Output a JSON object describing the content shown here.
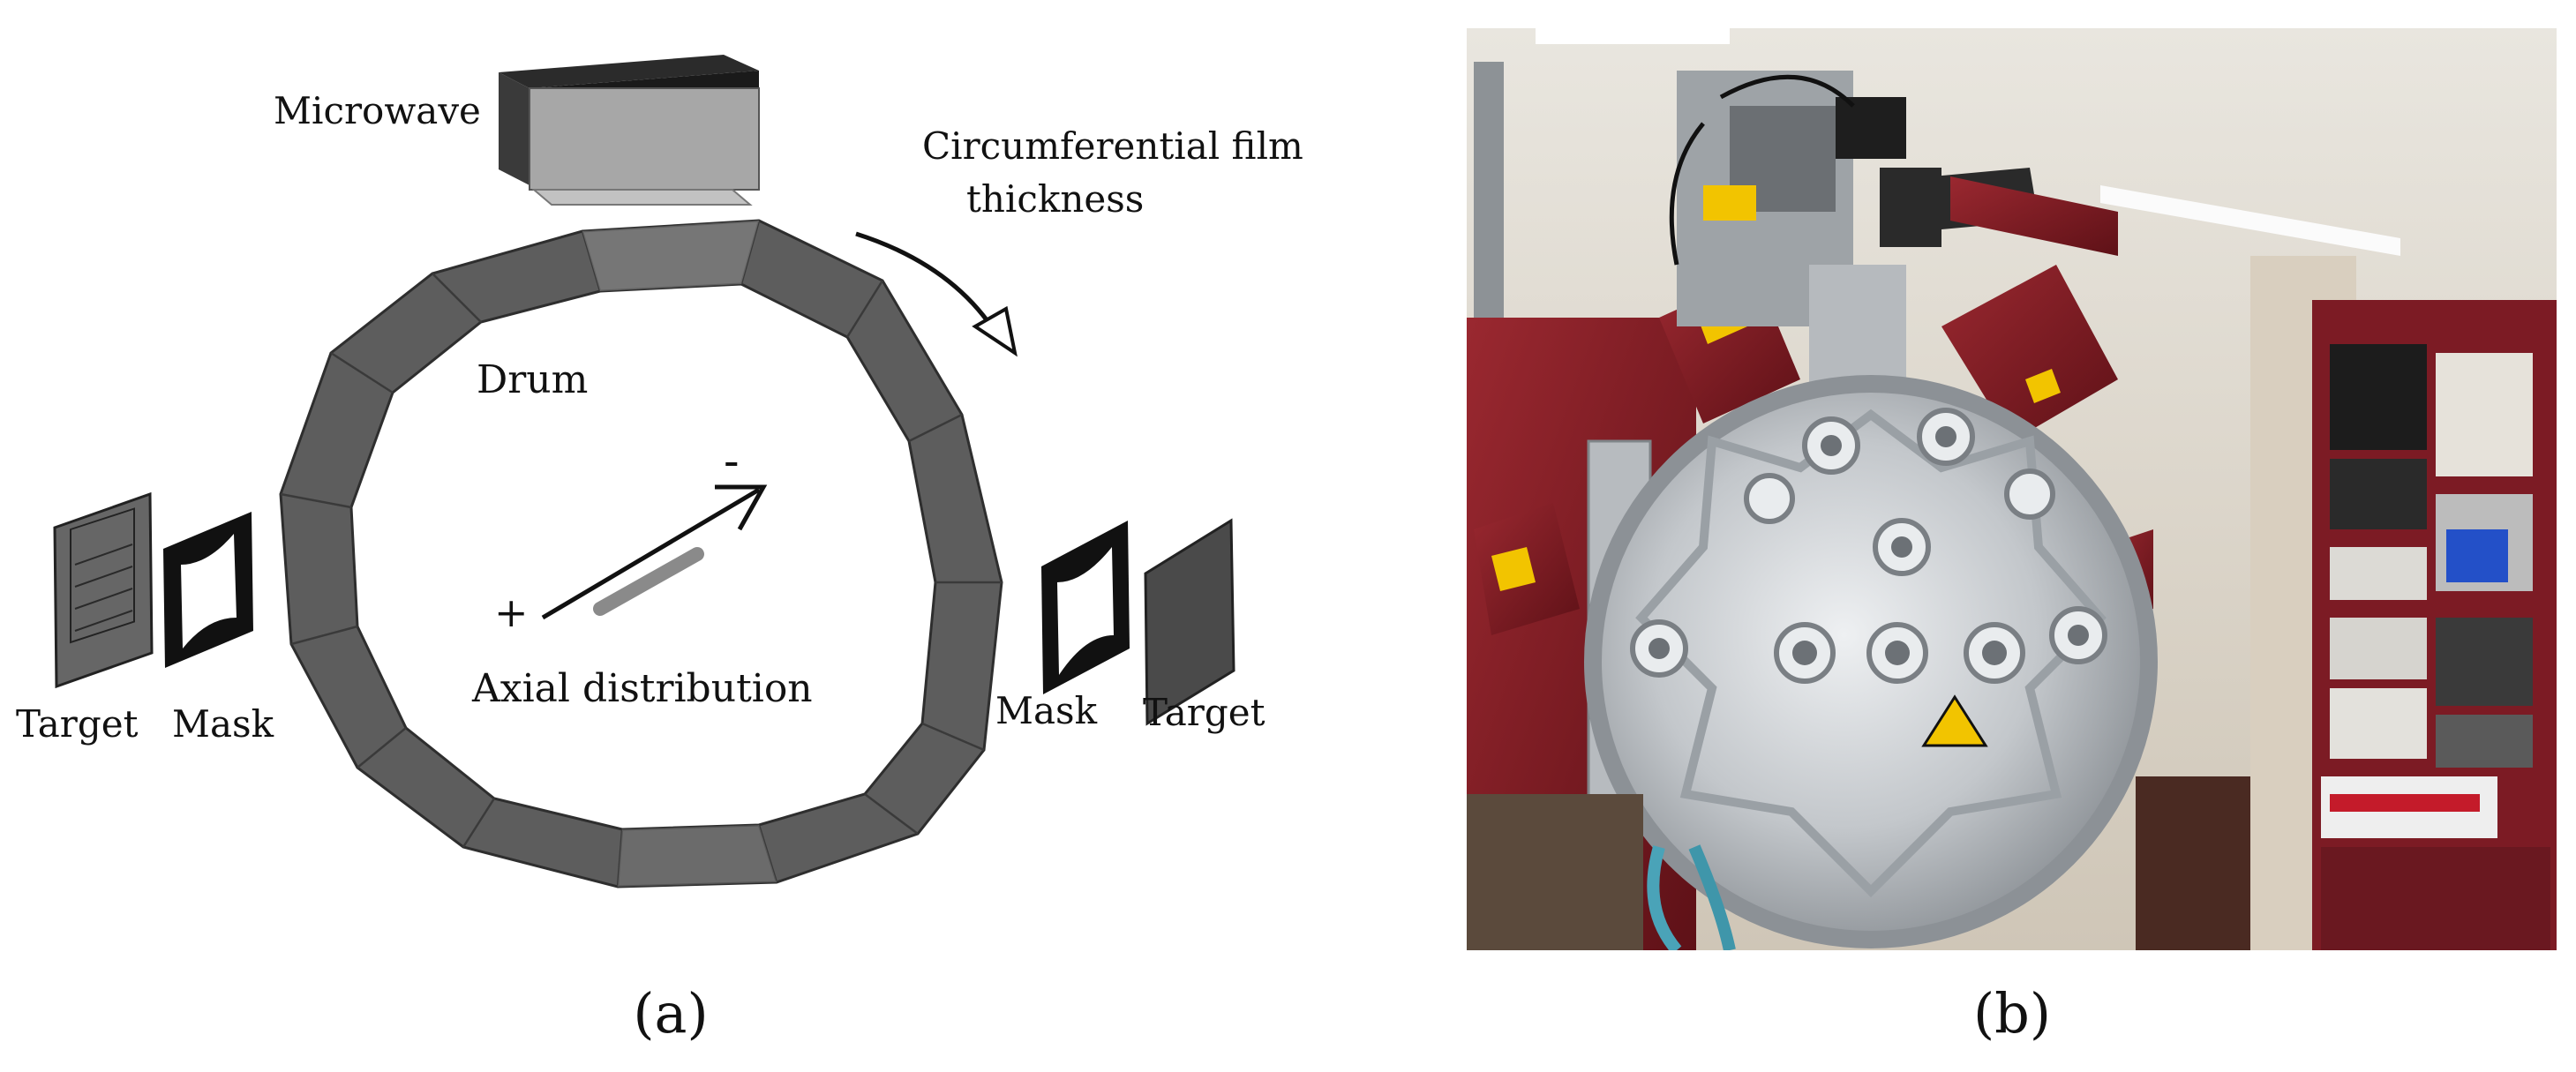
{
  "diagram_a": {
    "labels": {
      "microwave": "Microwave",
      "circumferential_line1": "Circumferential film",
      "circumferential_line2": "thickness",
      "drum": "Drum",
      "plus": "+",
      "minus": "-",
      "axial": "Axial distribution",
      "target_left": "Target",
      "mask_left": "Mask",
      "mask_right": "Mask",
      "target_right": "Target"
    },
    "caption": "(a)"
  },
  "photo_b": {
    "caption": "(b)"
  },
  "colors": {
    "drum_band": "#5a5a5a",
    "drum_edge": "#2e2e2e",
    "microwave_top": "#1a1a1a",
    "microwave_front": "#a8a8a8",
    "chamber_red": "#7a1a22",
    "chamber_steel": "#c8cbce",
    "wall": "#ddd5c8"
  }
}
